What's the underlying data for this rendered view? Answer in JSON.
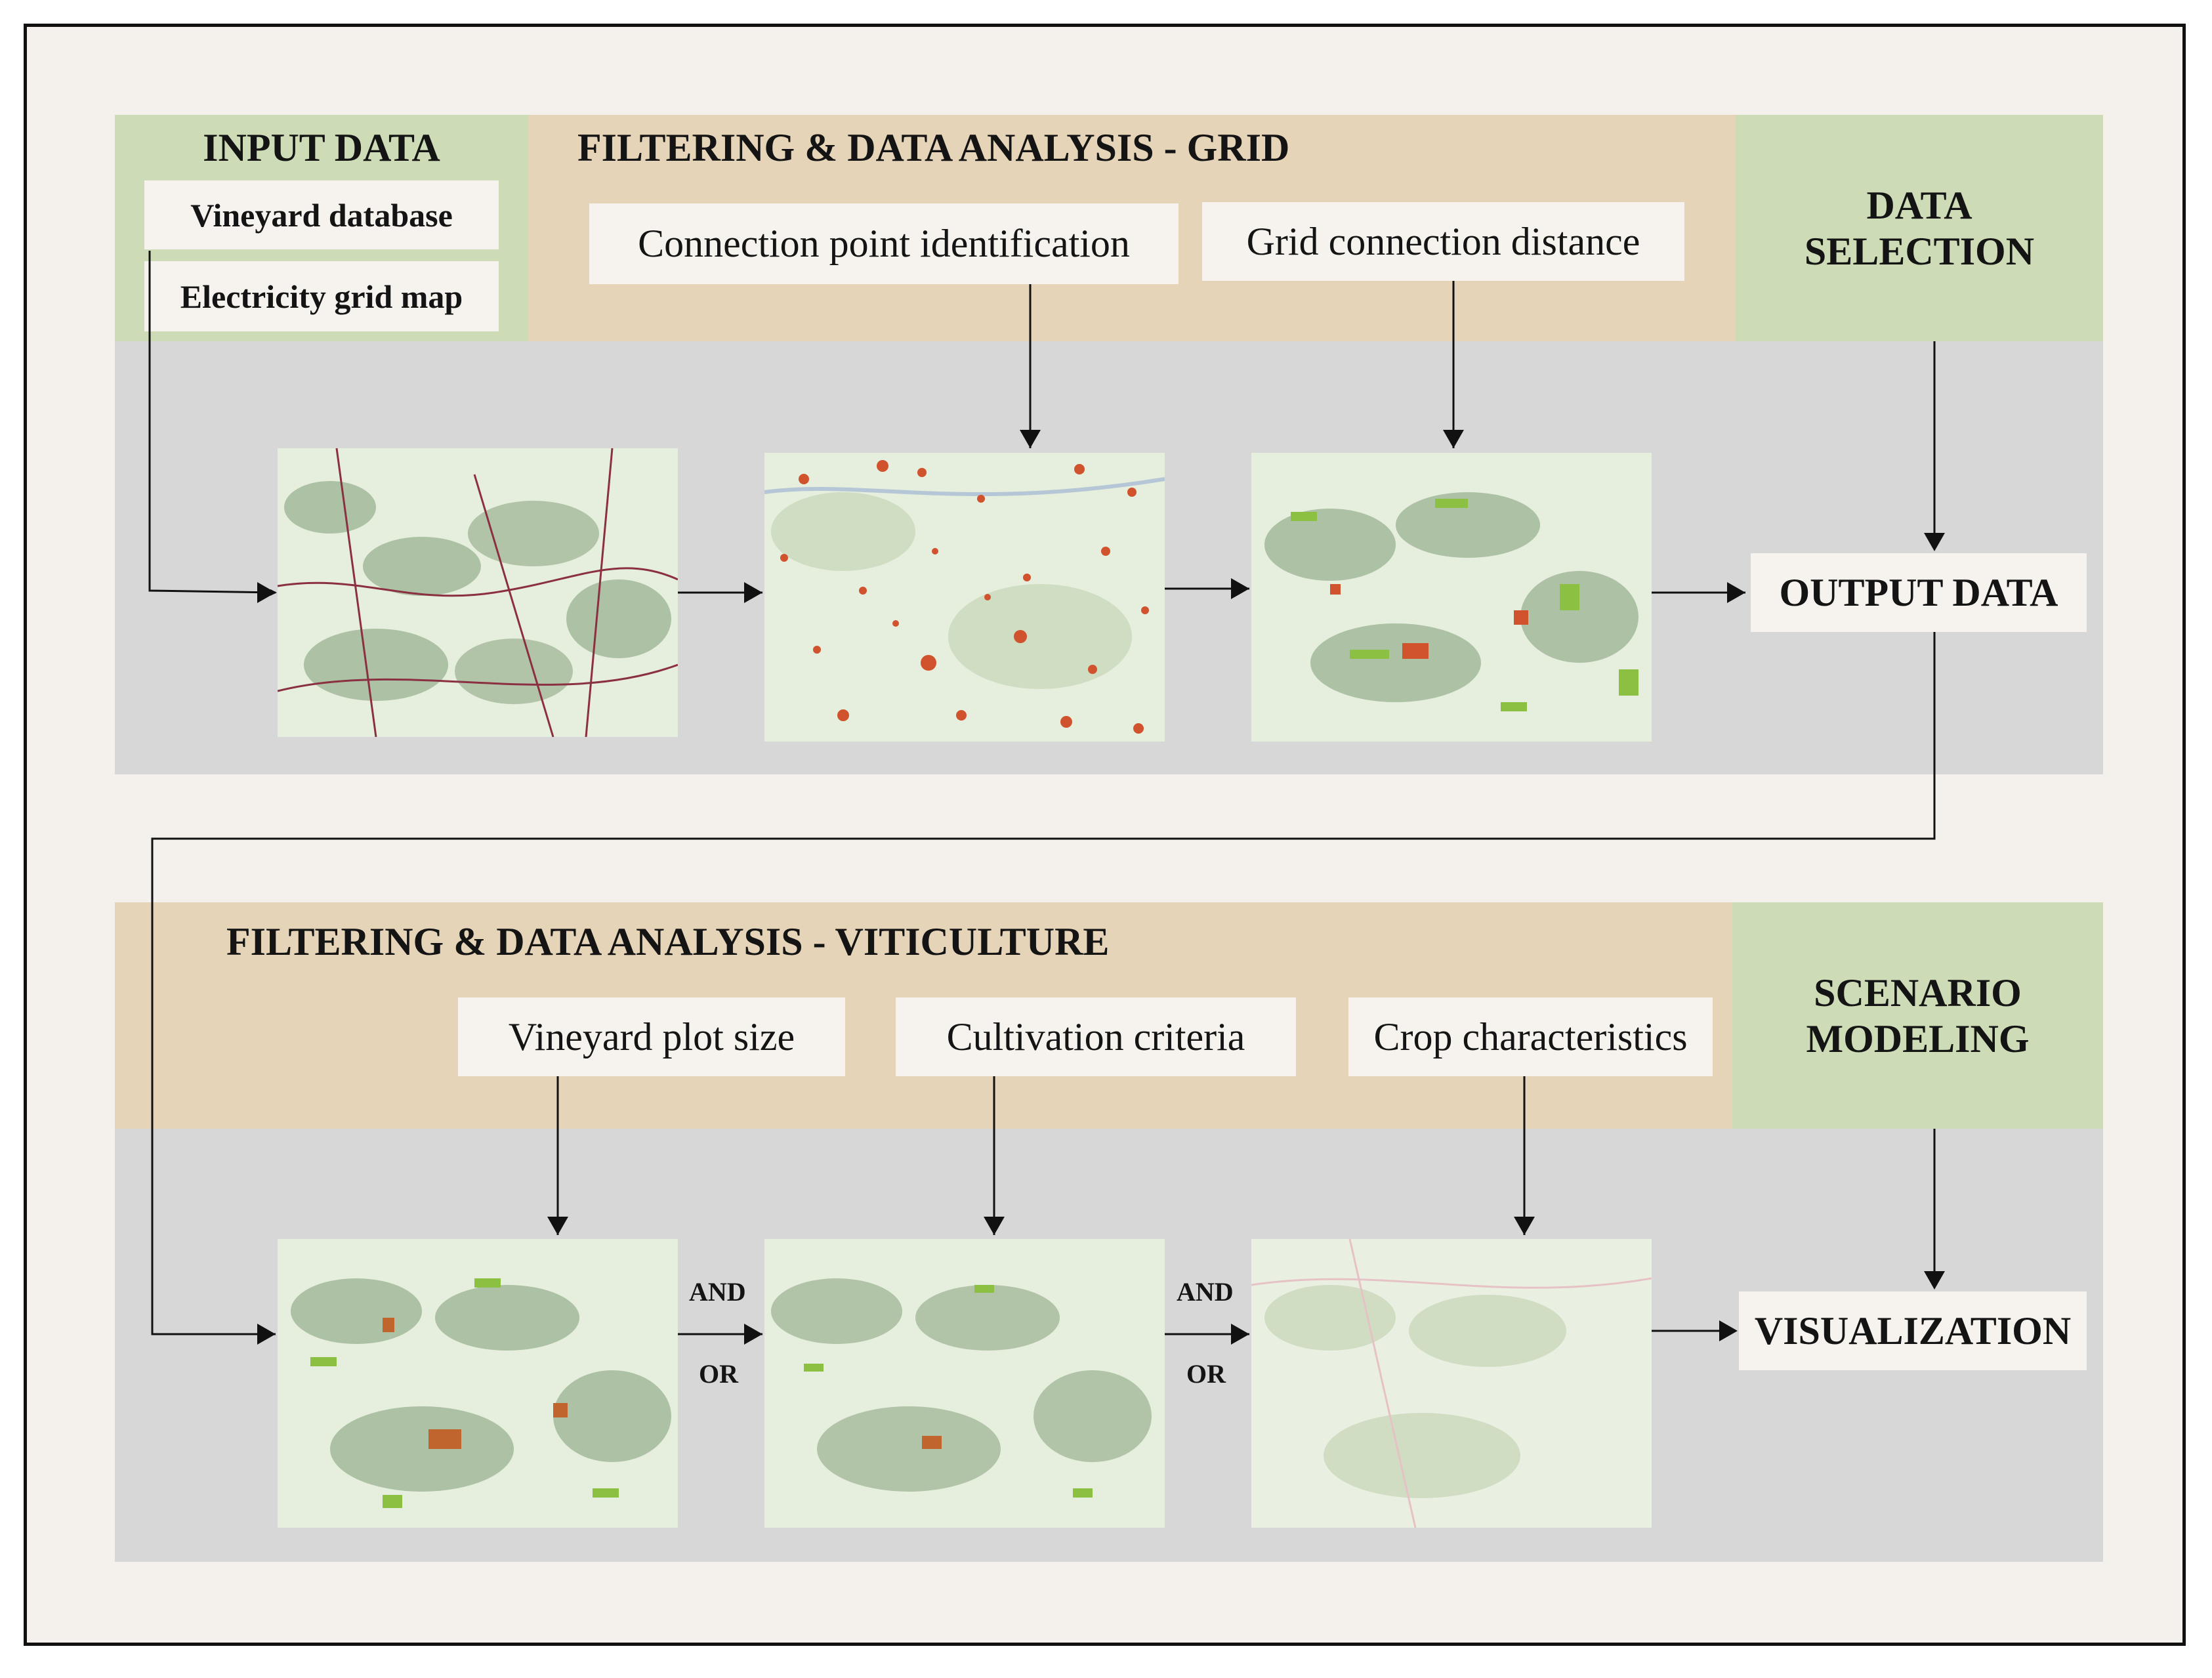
{
  "input_data": {
    "title": "INPUT DATA",
    "items": [
      "Vineyard database",
      "Electricity grid map"
    ]
  },
  "grid_analysis": {
    "title": "FILTERING & DATA ANALYSIS - GRID",
    "criteria": [
      "Connection point identification",
      "Grid connection distance"
    ]
  },
  "data_selection": {
    "line1": "DATA",
    "line2": "SELECTION"
  },
  "output_data": "OUTPUT DATA",
  "viticulture_analysis": {
    "title": "FILTERING & DATA ANALYSIS - VITICULTURE",
    "criteria": [
      "Vineyard plot size",
      "Cultivation criteria",
      "Crop characteristics"
    ]
  },
  "scenario_modeling": {
    "line1": "SCENARIO",
    "line2": "MODELING"
  },
  "visualization": "VISUALIZATION",
  "operators": {
    "and": "AND",
    "or": "OR"
  },
  "colors": {
    "green_band": "#cddcb6",
    "tan_band": "#e6d4b8",
    "gray_band": "#d7d7d7",
    "map_base": "#e6eedd",
    "vineyard": "#9fb596",
    "highlight_red": "#d0532d",
    "highlight_green": "#8cc043",
    "grid_line": "#8a3040"
  }
}
